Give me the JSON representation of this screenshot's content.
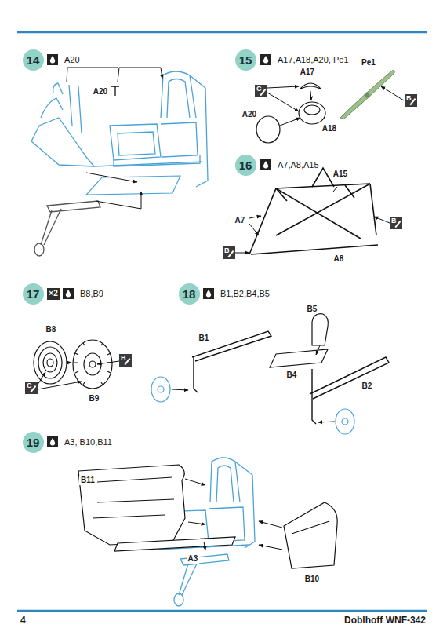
{
  "diagram": {
    "nodes": [
      {
        "text": [
          "14"
        ]
      },
      {
        "text": [
          "15"
        ]
      },
      {
        "text": [
          "C"
        ]
      },
      {
        "text": [
          "B"
        ]
      },
      {
        "text": [
          "16"
        ]
      },
      {
        "text": [
          "B"
        ]
      },
      {
        "text": [
          "B"
        ]
      },
      {
        "text": [
          "17"
        ]
      },
      {
        "text": [
          "×2"
        ]
      },
      {
        "text": [
          "18"
        ]
      },
      {
        "text": [
          "B"
        ]
      },
      {
        "text": [
          "C"
        ]
      },
      {
        "text": [
          "19"
        ]
      }
    ],
    "labels": [
      "A20",
      "A20",
      "A17,A18,A20, Pe1",
      "A17",
      "Pe1",
      "A20",
      "A18",
      "A7,A8,A15",
      "A15",
      "A7",
      "A8",
      "B8,B9",
      "B1,B2,B4,B5",
      "B8",
      "B9",
      "B5",
      "B1",
      "B4",
      "B2",
      "A3, B10,B11",
      "B11",
      "A3",
      "B10",
      "4",
      "Doblhoff WNF-342"
    ]
  }
}
